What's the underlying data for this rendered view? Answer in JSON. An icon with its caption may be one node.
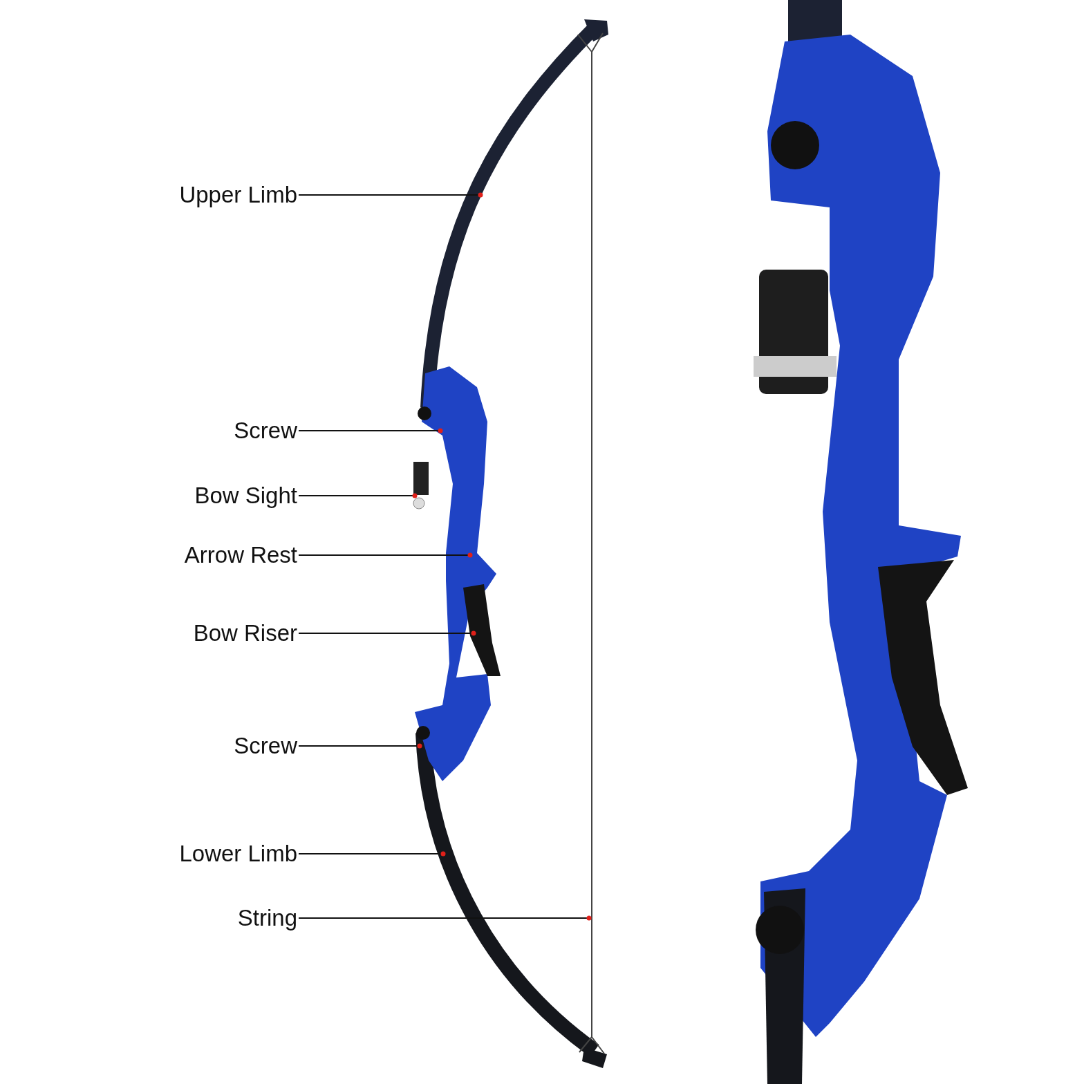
{
  "diagram": {
    "nodes": [
      {
        "text": [
          "Upper Limb"
        ]
      },
      {
        "text": [
          "Screw"
        ]
      },
      {
        "text": [
          "Bow Sight"
        ]
      },
      {
        "text": [
          "Arrow Rest"
        ]
      },
      {
        "text": [
          "Bow Riser"
        ]
      },
      {
        "text": [
          "Screw"
        ]
      },
      {
        "text": [
          "Lower Limb"
        ]
      },
      {
        "text": [
          "String"
        ]
      }
    ],
    "edges": [
      {
        "from": 0,
        "to": null,
        "arrow": "other"
      },
      {
        "from": 1,
        "to": null,
        "arrow": "other"
      },
      {
        "from": 2,
        "to": null,
        "arrow": "other"
      },
      {
        "from": 3,
        "to": null,
        "arrow": "other"
      },
      {
        "from": 4,
        "to": null,
        "arrow": "other"
      },
      {
        "from": 5,
        "to": null,
        "arrow": "other"
      },
      {
        "from": 6,
        "to": null,
        "arrow": "other"
      },
      {
        "from": 7,
        "to": null,
        "arrow": "other"
      }
    ]
  }
}
